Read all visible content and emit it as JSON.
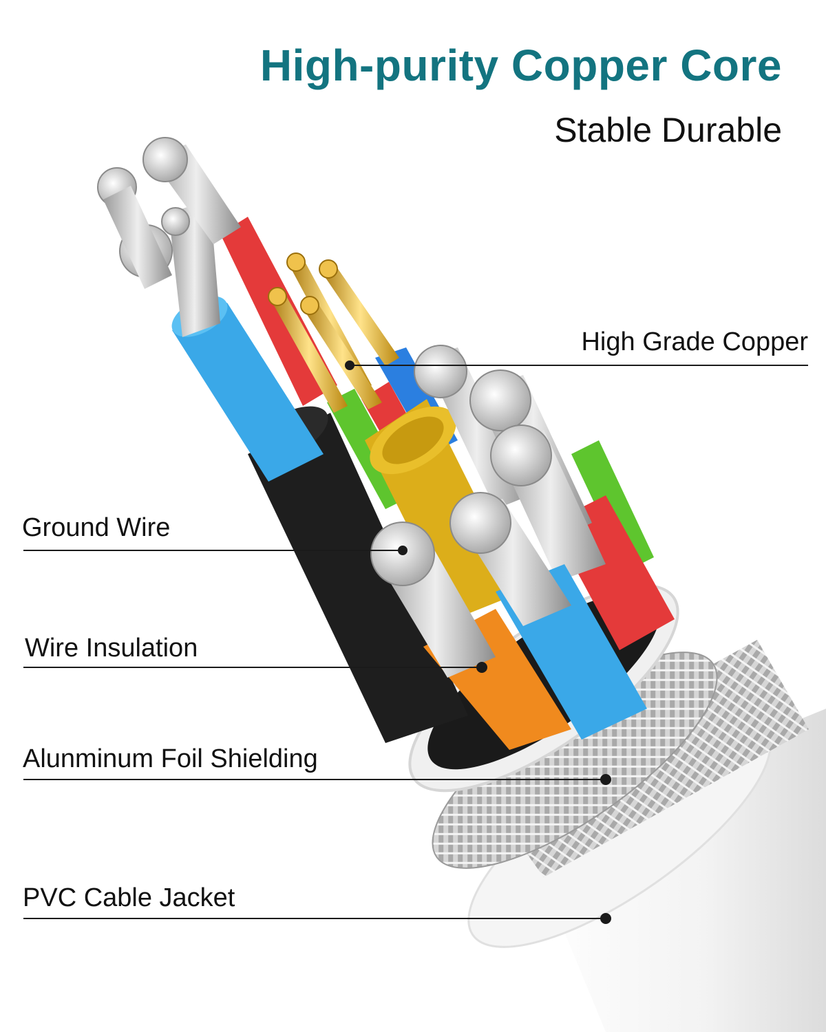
{
  "header": {
    "title": "High-purity Copper Core",
    "subtitle": "Stable Durable"
  },
  "callouts": [
    {
      "id": "high-grade-copper",
      "label": "High Grade Copper"
    },
    {
      "id": "ground-wire",
      "label": "Ground Wire"
    },
    {
      "id": "wire-insulation",
      "label": "Wire Insulation"
    },
    {
      "id": "foil-shielding",
      "label": "Alunminum Foil Shielding"
    },
    {
      "id": "cable-jacket",
      "label": "PVC Cable Jacket"
    }
  ],
  "colors": {
    "title": "#137480",
    "label": "#111111",
    "leader_line": "#1a1a1a",
    "jacket": "#f2f2f2",
    "braid": "#b9b9b9",
    "foil": "#eeeeee",
    "copper_strand": "#cfcfcf",
    "gold_pin": "#e2b33a",
    "insulation_red": "#e43a3a",
    "insulation_blue": "#3aa8e8",
    "insulation_black": "#1c1c1c",
    "insulation_yellow": "#dcae1a",
    "insulation_green": "#5ec52e",
    "insulation_orange": "#f08a1e",
    "insulation_deep_blue": "#2b7fe0"
  }
}
